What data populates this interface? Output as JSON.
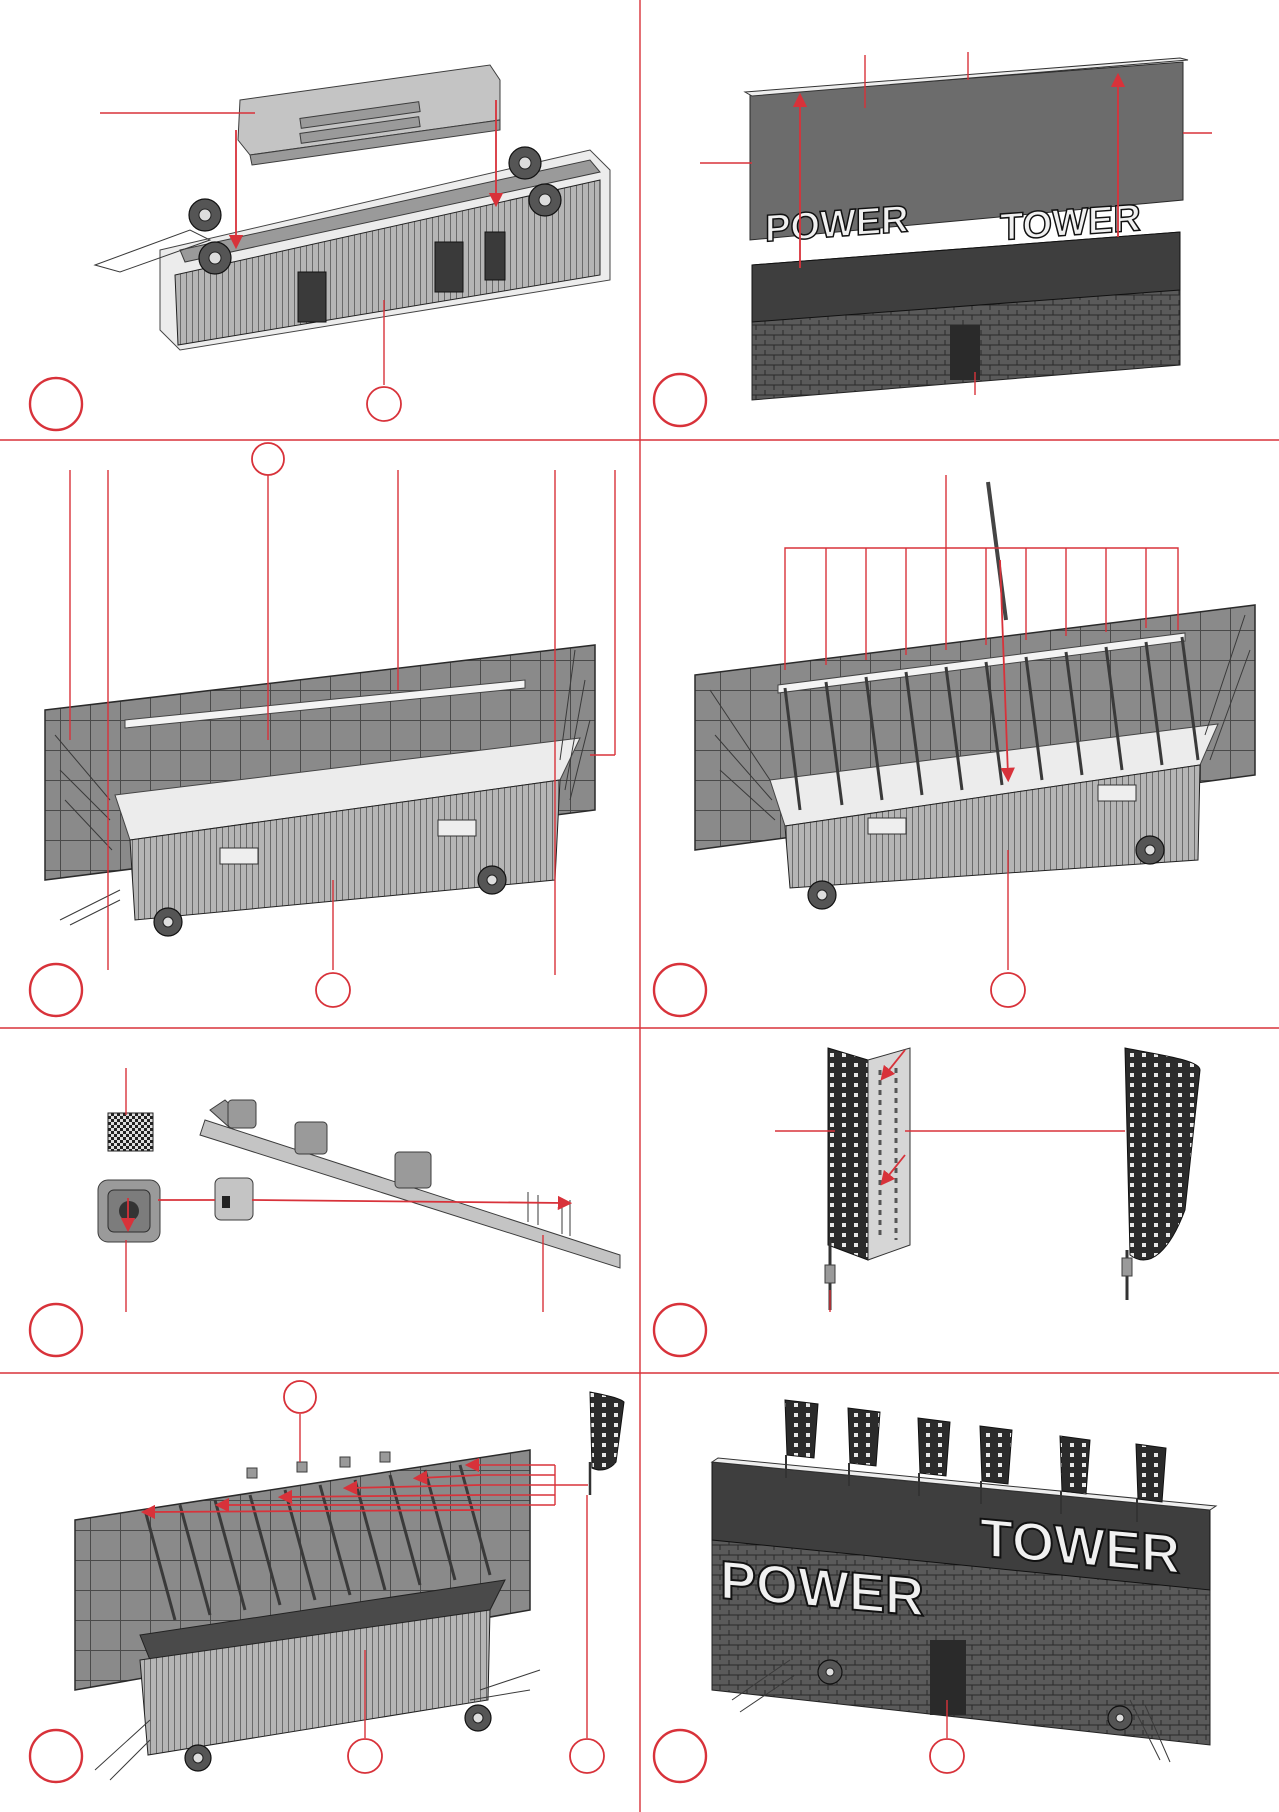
{
  "colors": {
    "accent": "#d8323a",
    "ink": "#3a3a3a",
    "paper": "#ffffff"
  },
  "steps": [
    {
      "id": 1,
      "content": "trailer body with roof lid"
    },
    {
      "id": 2,
      "content": "backdrop panel with printed POWER TOWER artwork"
    },
    {
      "id": 3,
      "content": "trailer with backdrop frame and roof rail"
    },
    {
      "id": 4,
      "content": "trailer with roof struts"
    },
    {
      "id": 5,
      "content": "light fitting parts"
    },
    {
      "id": 6,
      "content": "flag"
    },
    {
      "id": 7,
      "content": "flags fitted to roof"
    },
    {
      "id": 8,
      "content": "finished model"
    }
  ],
  "artwork": {
    "word1": "POWER",
    "word2": "TOWER"
  }
}
